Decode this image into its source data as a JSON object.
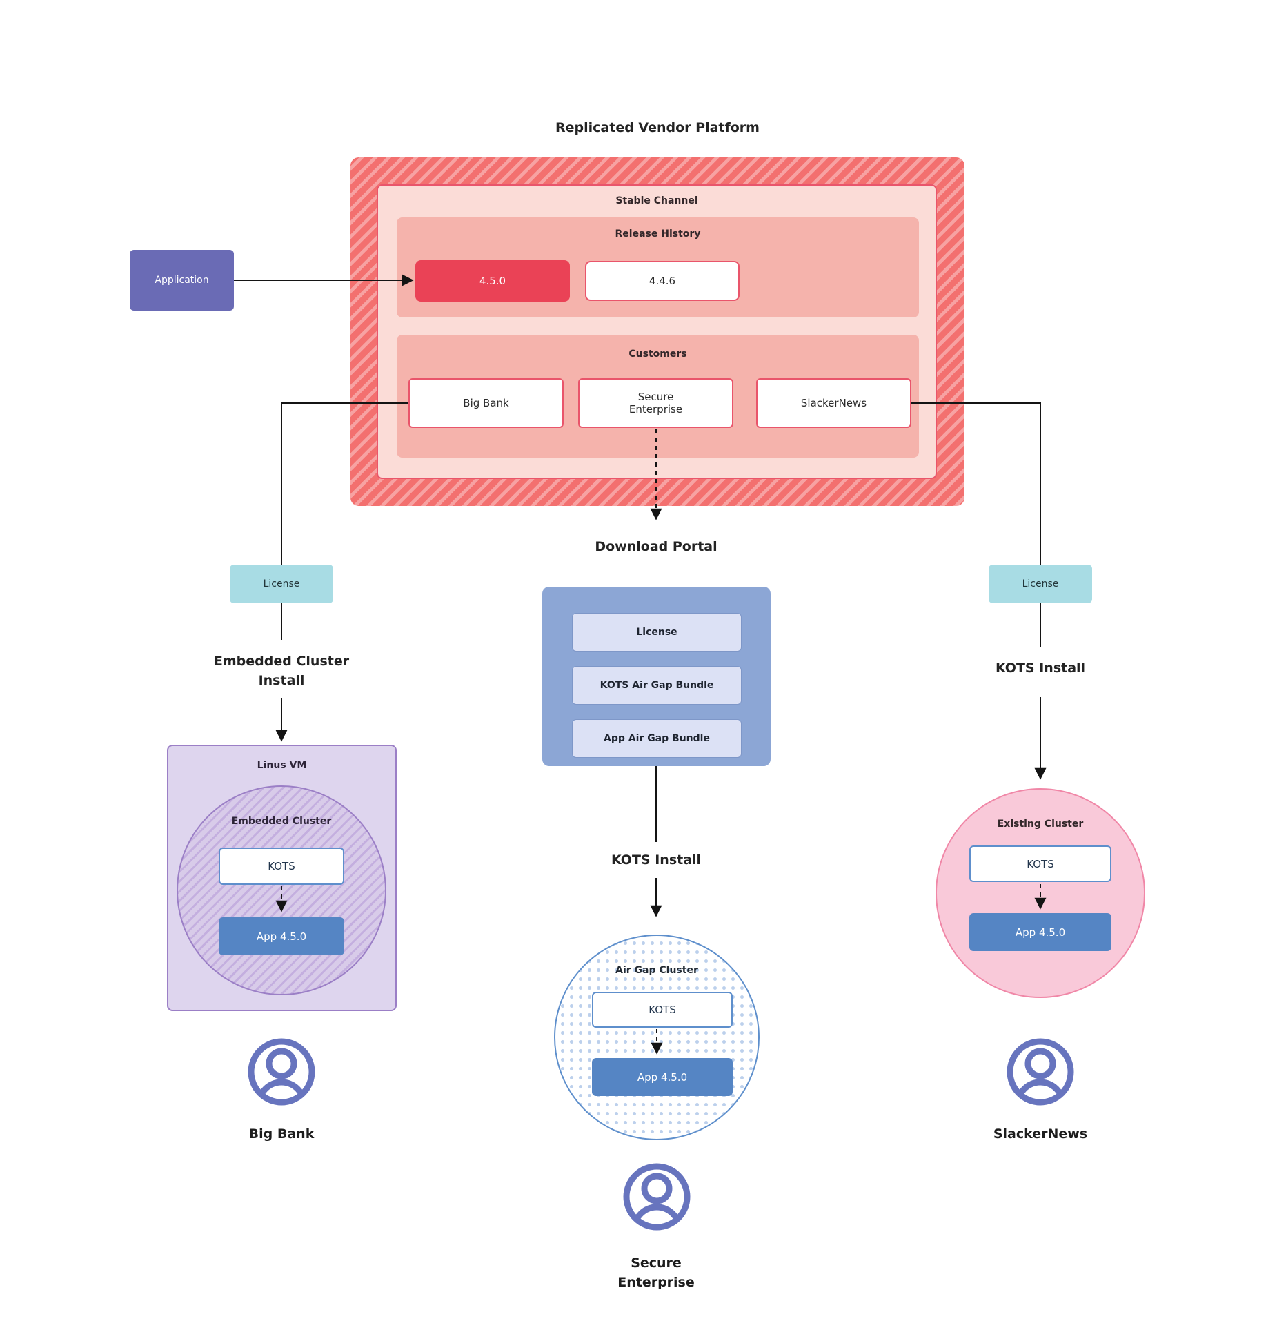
{
  "title": "Replicated Vendor Platform",
  "platform": {
    "stable_channel_label": "Stable Channel",
    "release_history_label": "Release History",
    "releases": [
      {
        "version": "4.5.0",
        "highlighted": true
      },
      {
        "version": "4.4.6",
        "highlighted": false
      }
    ],
    "customers_label": "Customers",
    "customers": [
      "Big Bank",
      "Secure\nEnterprise",
      "SlackerNews"
    ]
  },
  "application_label": "Application",
  "big_bank_flow": {
    "license_label": "License",
    "install_label": "Embedded Cluster\nInstall",
    "vm_title": "Linus VM",
    "cluster_title": "Embedded Cluster",
    "kots_label": "KOTS",
    "app_label": "App 4.5.0",
    "user_label": "Big Bank"
  },
  "secure_enterprise_flow": {
    "portal_title": "Download Portal",
    "portal_items": [
      "License",
      "KOTS Air Gap Bundle",
      "App Air Gap Bundle"
    ],
    "install_label": "KOTS Install",
    "cluster_title": "Air Gap Cluster",
    "kots_label": "KOTS",
    "app_label": "App 4.5.0",
    "user_label": "Secure\nEnterprise"
  },
  "slackernews_flow": {
    "license_label": "License",
    "install_label": "KOTS Install",
    "cluster_title": "Existing Cluster",
    "kots_label": "KOTS",
    "app_label": "App 4.5.0",
    "user_label": "SlackerNews"
  },
  "colors": {
    "stripe_red_dark": "#f3706f",
    "stripe_red_light": "#f7a2a2",
    "channel_pink": "#fbdcd7",
    "section_pink": "#f5b3ac",
    "release_red": "#ea4256",
    "red_border": "#e9556b",
    "application_purple": "#6a6bb5",
    "license_teal": "#a8dce4",
    "portal_blue": "#8ca6d5",
    "portal_item_blue": "#dce1f5",
    "app_blue": "#5585c4",
    "kots_border_blue": "#5e8fcc",
    "vm_purple": "#ded5ee",
    "vm_border_purple": "#9b7fc6",
    "existing_pink": "#f9c9d9",
    "existing_border": "#f087a7",
    "user_icon_purple": "#6774be"
  }
}
